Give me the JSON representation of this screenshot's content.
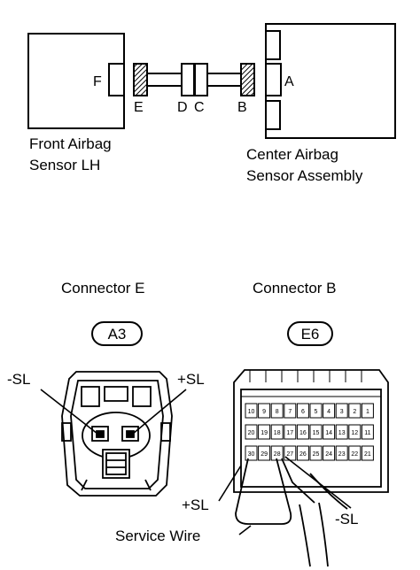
{
  "top_diagram": {
    "left_box": {
      "pin_letter": "F",
      "name_line1": "Front Airbag",
      "name_line2": "Sensor LH"
    },
    "right_box": {
      "pin_letter": "A",
      "name_line1": "Center Airbag",
      "name_line2": "Sensor Assembly"
    },
    "harness_letters": [
      "E",
      "D",
      "C",
      "B"
    ]
  },
  "connector_e": {
    "title": "Connector E",
    "code": "A3",
    "minus_label": "-SL",
    "plus_label": "+SL"
  },
  "connector_b": {
    "title": "Connector B",
    "code": "E6",
    "row1_pins": [
      "10",
      "9",
      "8",
      "7",
      "6",
      "5",
      "4",
      "3",
      "2",
      "1"
    ],
    "row2_pins": [
      "20",
      "19",
      "18",
      "17",
      "16",
      "15",
      "14",
      "13",
      "12",
      "11"
    ],
    "row3_pins": [
      "30",
      "29",
      "28",
      "27",
      "26",
      "25",
      "24",
      "23",
      "22",
      "21"
    ],
    "plus_label": "+SL",
    "minus_label": "-SL"
  },
  "service_wire_label": "Service Wire"
}
